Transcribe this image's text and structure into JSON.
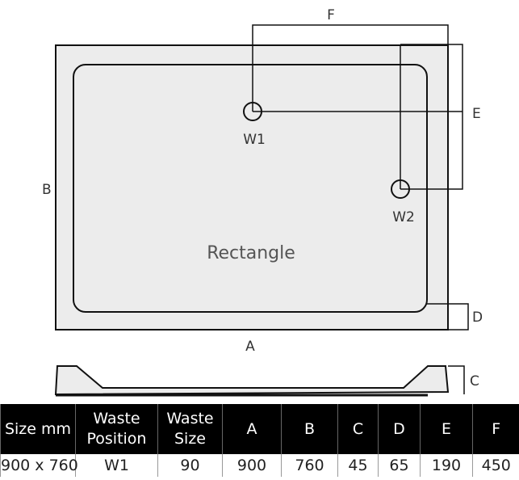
{
  "diagram": {
    "shape_label": "Rectangle",
    "dims": {
      "a": "A",
      "b": "B",
      "c": "C",
      "d": "D",
      "e": "E",
      "f": "F"
    },
    "wastes": [
      "W1",
      "W2"
    ],
    "fill": "#ececec",
    "stroke": "#111111"
  },
  "table": {
    "headers": [
      "Size mm",
      "Waste Position",
      "Waste Size",
      "A",
      "B",
      "C",
      "D",
      "E",
      "F"
    ],
    "rows": [
      [
        "900 x 760",
        "W1",
        "90",
        "900",
        "760",
        "45",
        "65",
        "190",
        "450"
      ]
    ]
  }
}
